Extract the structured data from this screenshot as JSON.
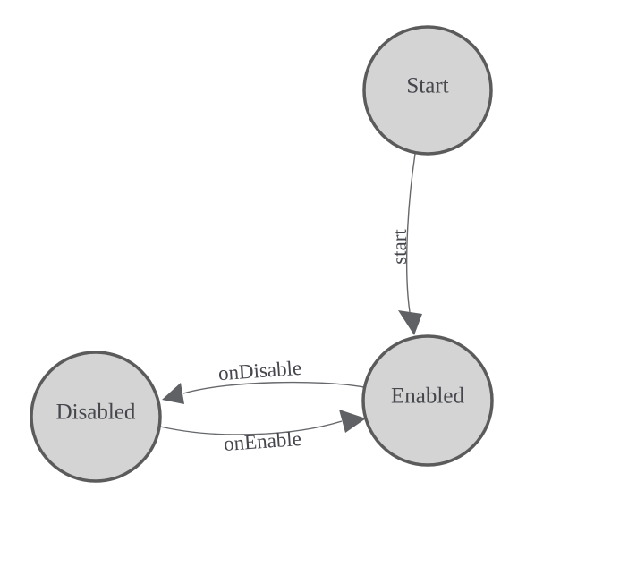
{
  "diagram": {
    "type": "state-machine",
    "nodes": [
      {
        "id": "start",
        "label": "Start"
      },
      {
        "id": "enabled",
        "label": "Enabled"
      },
      {
        "id": "disabled",
        "label": "Disabled"
      }
    ],
    "edges": [
      {
        "from": "start",
        "to": "enabled",
        "label": "start"
      },
      {
        "from": "enabled",
        "to": "disabled",
        "label": "onDisable"
      },
      {
        "from": "disabled",
        "to": "enabled",
        "label": "onEnable"
      }
    ],
    "colors": {
      "background": "#ffffff",
      "node_fill": "#d4d4d4",
      "node_stroke": "#5b5b5b",
      "edge_line": "#66686b",
      "arrowhead": "#5f6165",
      "label_text": "#45474d"
    }
  }
}
